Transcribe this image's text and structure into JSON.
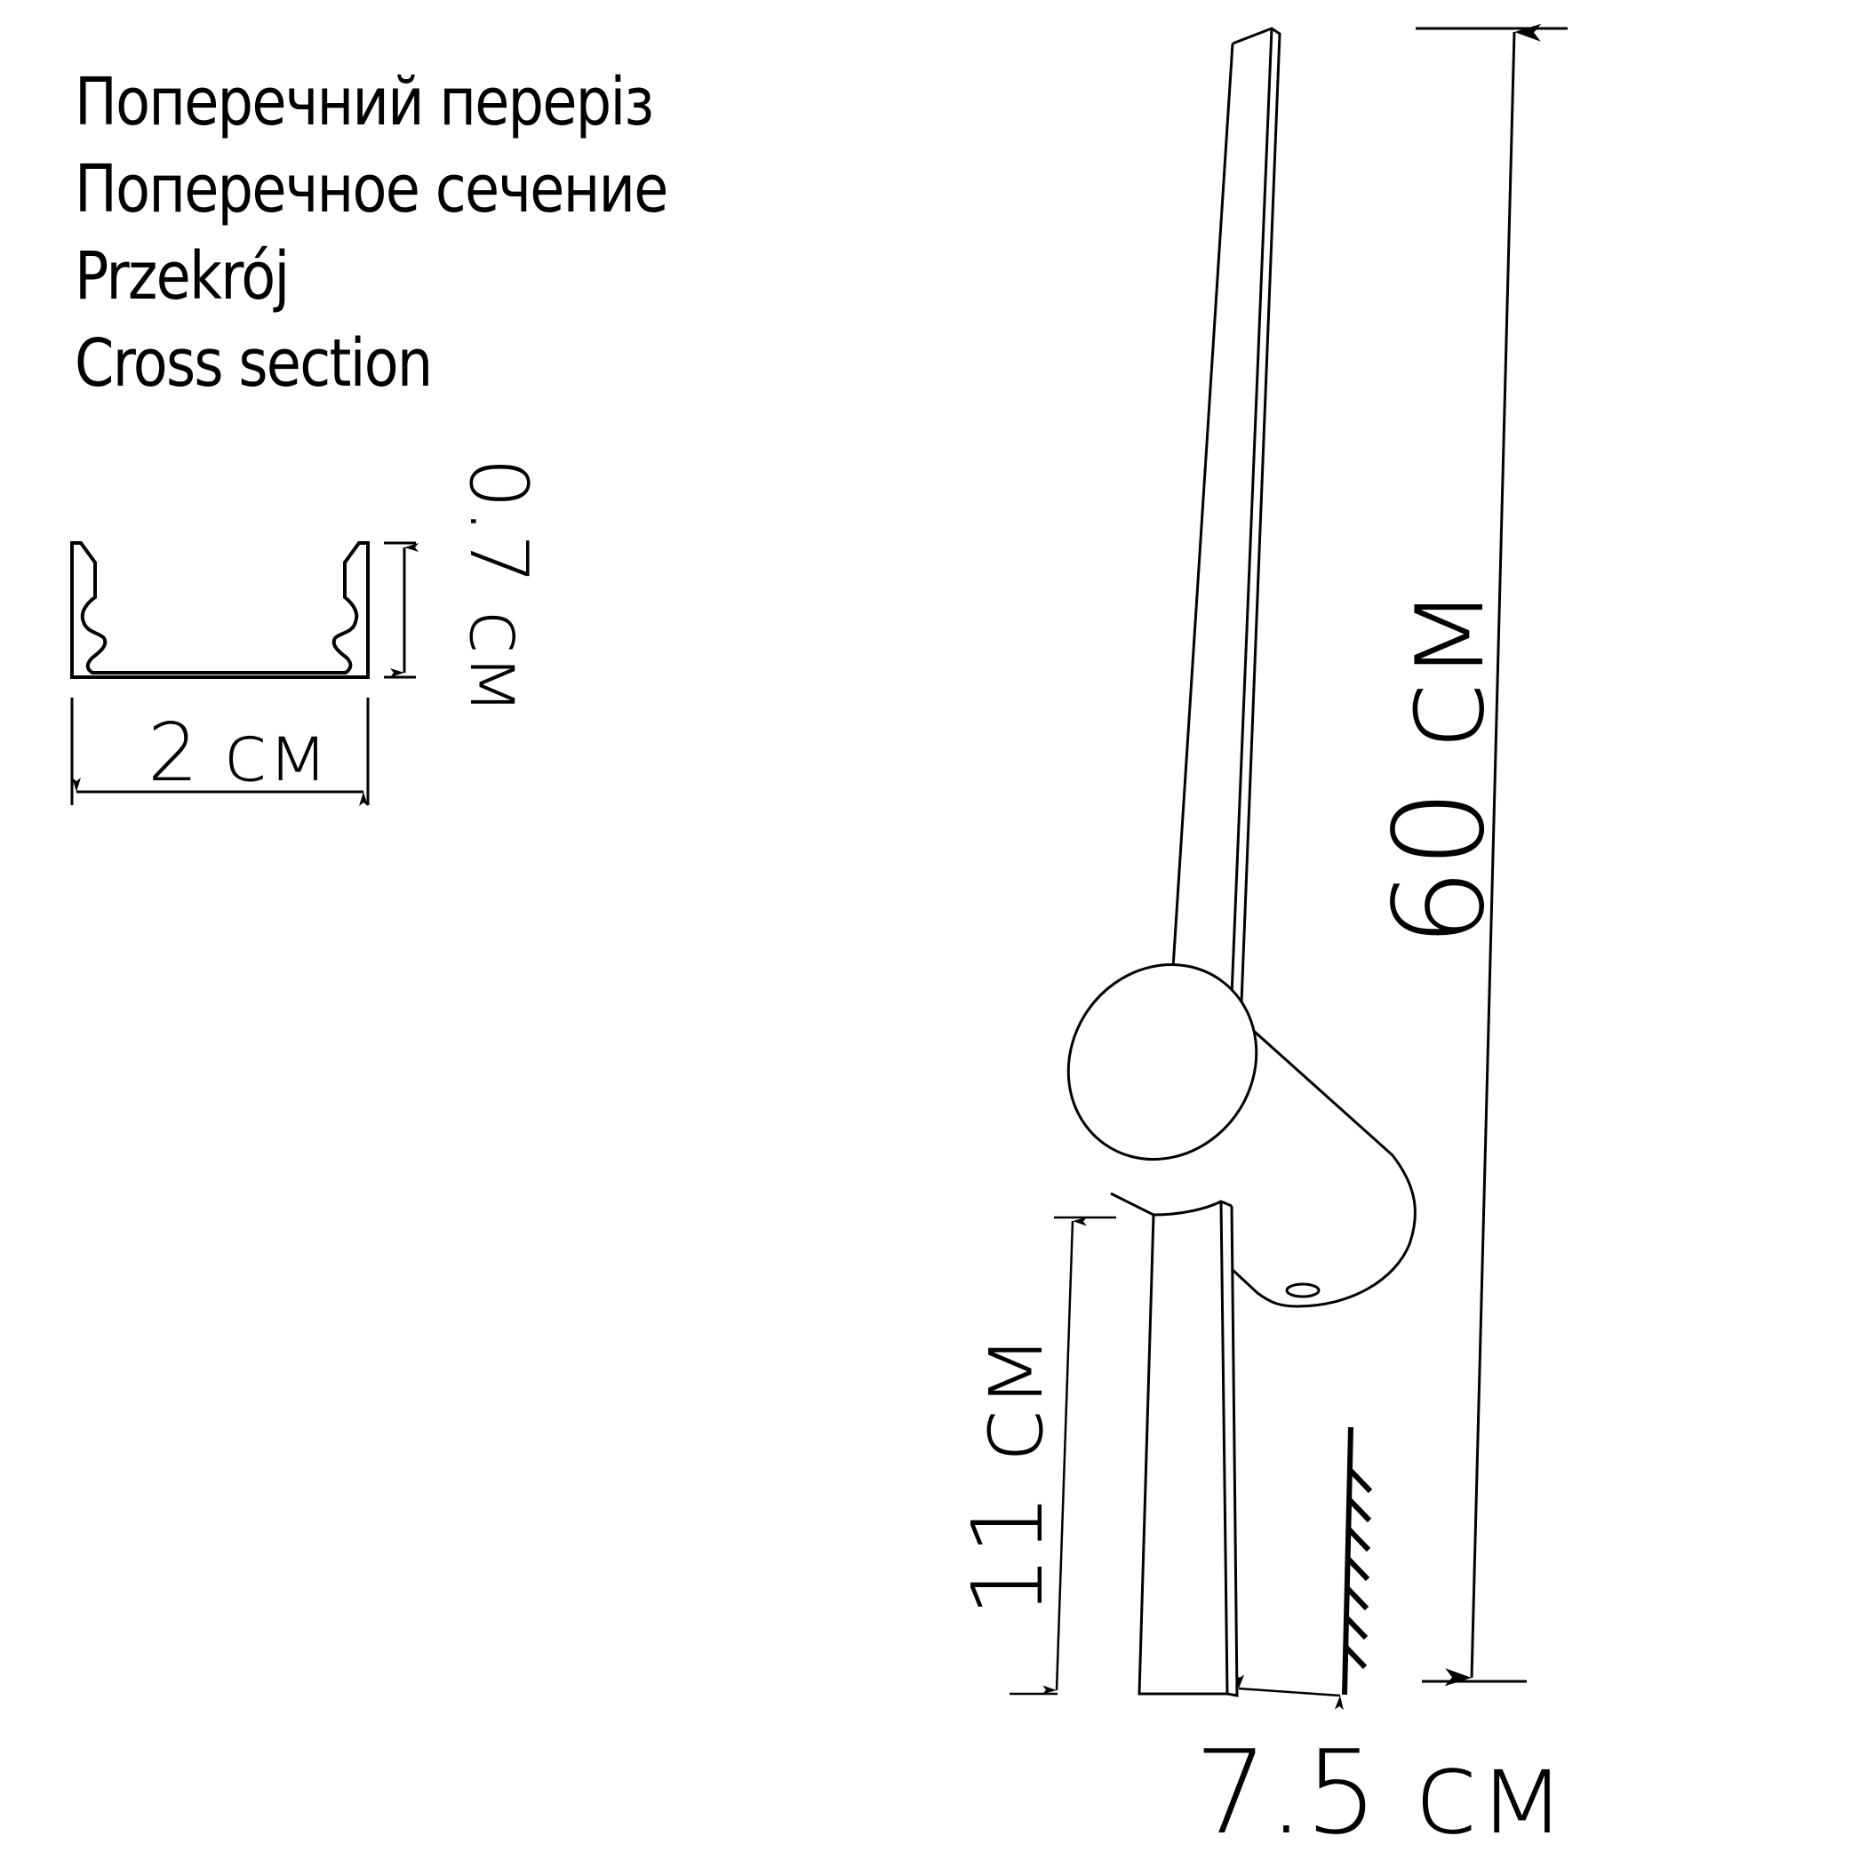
{
  "titles": {
    "ukrainian": "Поперечний переріз",
    "russian": "Поперечное сечение",
    "polish": "Przekrój",
    "english": "Cross section"
  },
  "cross_section": {
    "width_label": "2 см",
    "height_label": "0.7 см"
  },
  "lamp": {
    "total_length_label": "60 см",
    "lower_length_label": "11 см",
    "wall_offset_label": "7.5 см"
  },
  "colors": {
    "line": "#000000",
    "background": "#ffffff"
  }
}
